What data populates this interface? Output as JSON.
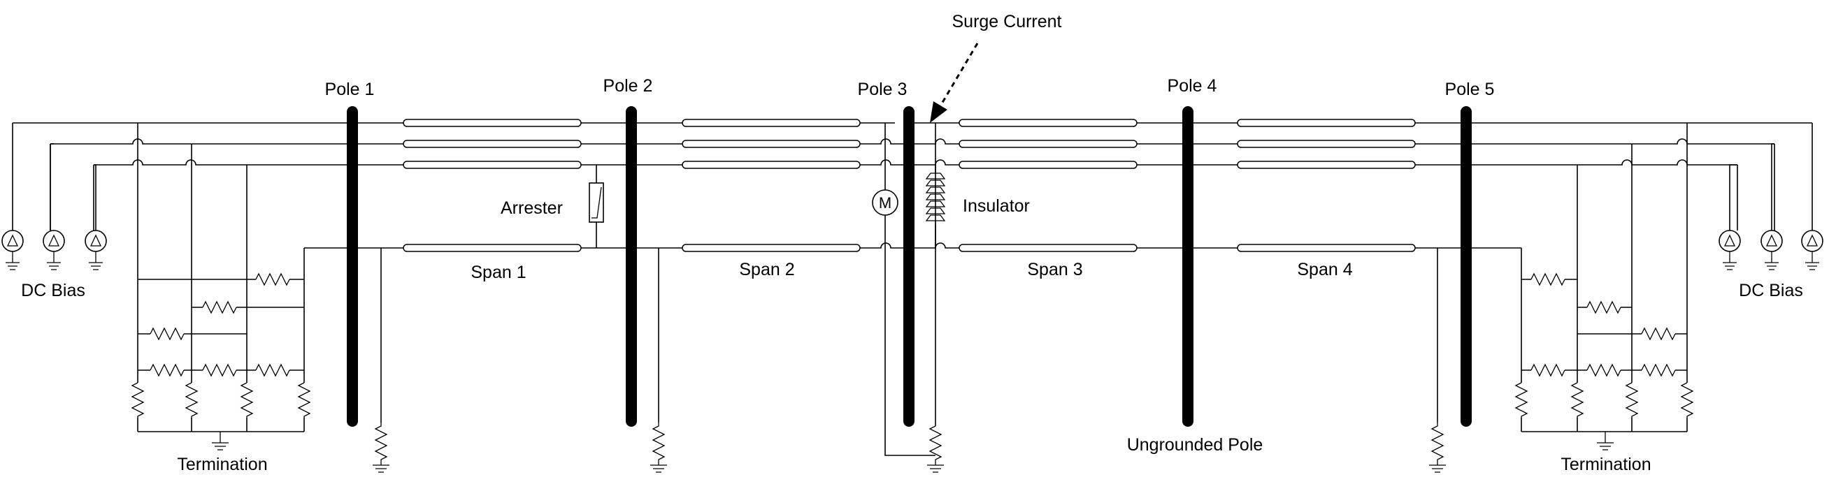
{
  "labels": {
    "pole1": "Pole 1",
    "pole2": "Pole 2",
    "pole3": "Pole 3",
    "pole4": "Pole 4",
    "pole5": "Pole 5",
    "surge_current": "Surge Current",
    "arrester": "Arrester",
    "insulator": "Insulator",
    "meter": "M",
    "span1": "Span 1",
    "span2": "Span 2",
    "span3": "Span 3",
    "span4": "Span 4",
    "dc_bias_left": "DC Bias",
    "dc_bias_right": "DC Bias",
    "termination_left": "Termination",
    "termination_right": "Termination",
    "ungrounded_pole": "Ungrounded Pole"
  },
  "icons": {
    "pole": "pole-icon",
    "cable": "coaxial-cable-icon",
    "resistor": "resistor-icon",
    "ground": "ground-icon",
    "source": "dc-source-icon",
    "arrester": "surge-arrester-icon",
    "insulator": "insulator-icon",
    "meter": "meter-icon"
  },
  "colors": {
    "ink": "#000000",
    "background": "#ffffff"
  }
}
